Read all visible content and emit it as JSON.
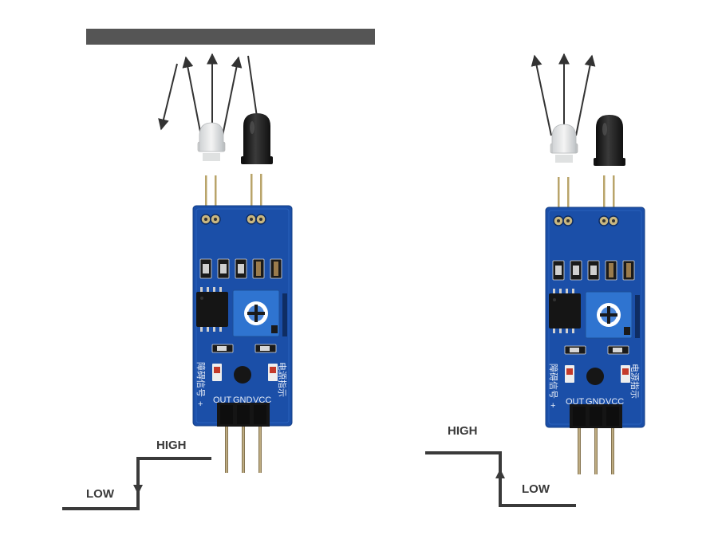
{
  "diagram": {
    "left": {
      "level_high": "HIGH",
      "level_low": "LOW",
      "pin_labels": [
        "OUT",
        "GND",
        "VCC"
      ],
      "obstacle_present": true
    },
    "right": {
      "level_high": "HIGH",
      "level_low": "LOW",
      "pin_labels": [
        "OUT",
        "GND",
        "VCC"
      ],
      "obstacle_present": false
    }
  },
  "colors": {
    "pcb": "#1b4fa8",
    "pcb_edge": "#153f86",
    "obstacle": "#555555",
    "signal": "#3a3a3a",
    "receiver": "#1c1c1c",
    "pot": "#2f74d0"
  }
}
